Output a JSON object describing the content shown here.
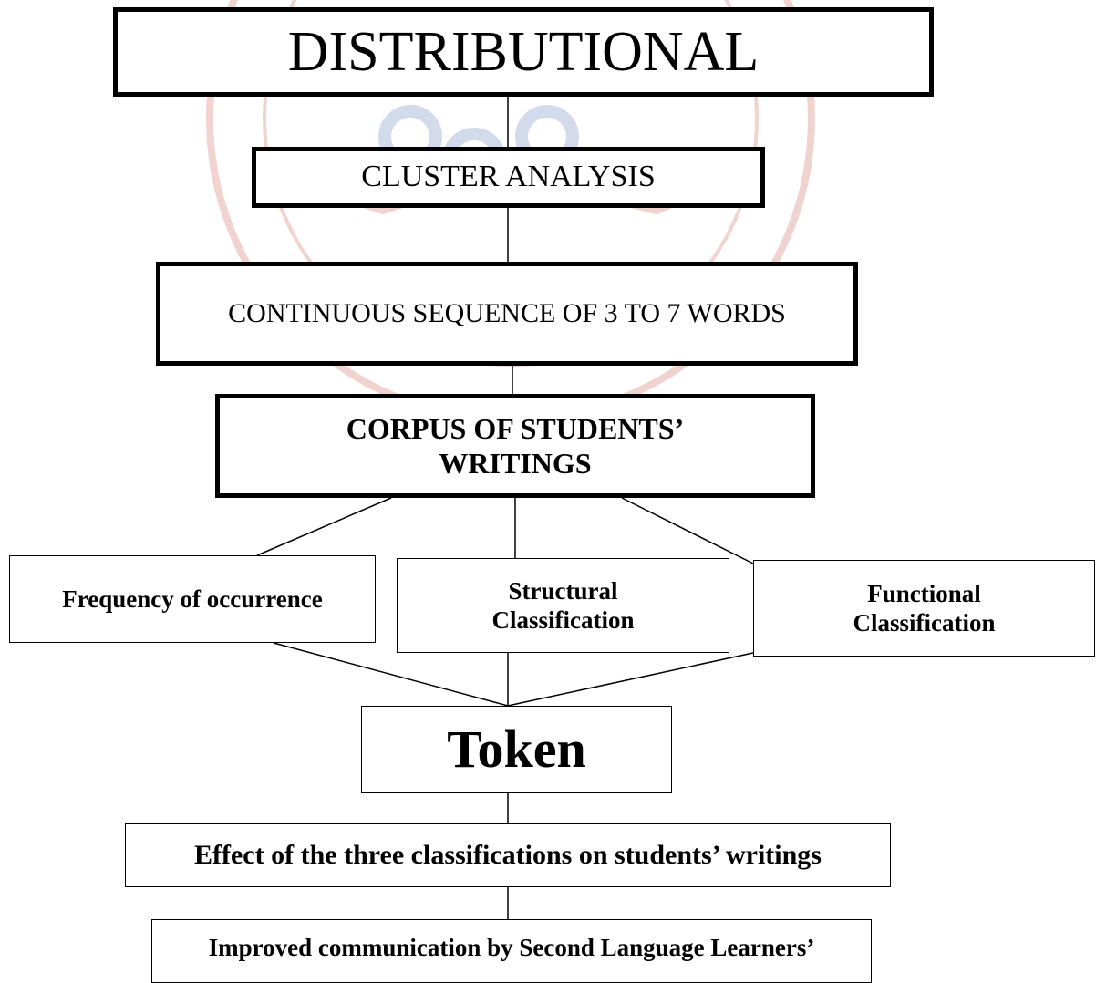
{
  "diagram": {
    "watermark": {
      "color": "#c0392b",
      "secondary_color": "#3b5aa8"
    },
    "nodes": {
      "distributional": "DISTRIBUTIONAL",
      "cluster_analysis": "CLUSTER ANALYSIS",
      "continuous_sequence": "CONTINUOUS SEQUENCE OF 3 TO 7 WORDS",
      "corpus": "CORPUS OF STUDENTS’ WRITINGS",
      "frequency": "Frequency of occurrence",
      "structural": "Structural Classification",
      "functional": "Functional Classification",
      "token": "Token",
      "effect": "Effect of the three classifications on students’ writings",
      "improved": "Improved communication by Second Language Learners’"
    },
    "edges": [
      [
        "distributional",
        "cluster_analysis"
      ],
      [
        "cluster_analysis",
        "continuous_sequence"
      ],
      [
        "continuous_sequence",
        "corpus"
      ],
      [
        "corpus",
        "frequency"
      ],
      [
        "corpus",
        "structural"
      ],
      [
        "corpus",
        "functional"
      ],
      [
        "frequency",
        "token"
      ],
      [
        "structural",
        "token"
      ],
      [
        "functional",
        "token"
      ],
      [
        "token",
        "effect"
      ],
      [
        "effect",
        "improved"
      ]
    ]
  }
}
